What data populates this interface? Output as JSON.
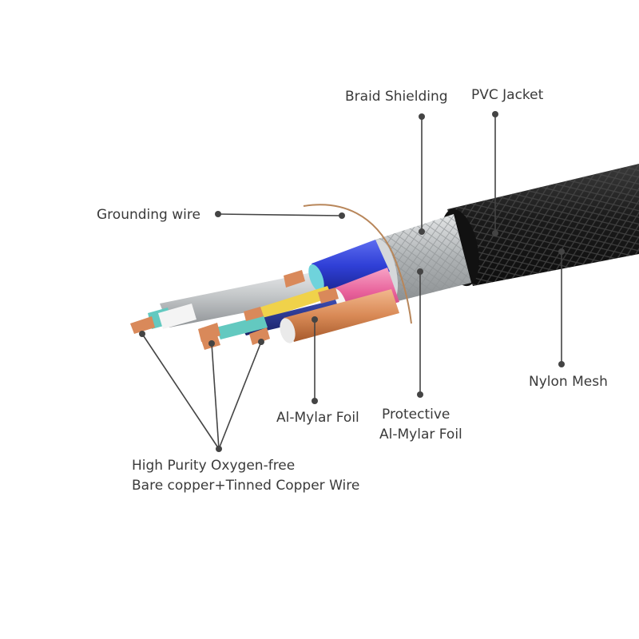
{
  "labels": {
    "braid_shielding": "Braid Shielding",
    "pvc_jacket": "PVC Jacket",
    "grounding_wire": "Grounding wire",
    "nylon_mesh": "Nylon Mesh",
    "al_mylar_foil": "Al-Mylar Foil",
    "protective_line1": "Protective",
    "protective_line2": "Al-Mylar Foil",
    "copper_line1": "High Purity Oxygen-free",
    "copper_line2": "Bare copper+Tinned Copper Wire"
  },
  "colors": {
    "jacket": "#1c1c1c",
    "braid": "#b9bcbe",
    "copper": "#d9895a",
    "blue_pair": "#2f3fd6",
    "pink_pair": "#e8609a",
    "foil_silver": "#c9cbcd",
    "foil_copper": "#d98a56",
    "leader": "#444444"
  }
}
